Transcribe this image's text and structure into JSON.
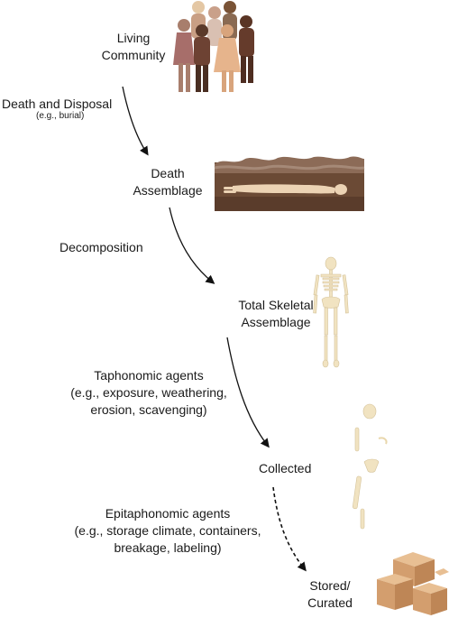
{
  "stages": {
    "living_community": [
      "Living",
      "Community"
    ],
    "death_assemblage": [
      "Death",
      "Assemblage"
    ],
    "total_skeletal_assemblage": [
      "Total Skeletal",
      "Assemblage"
    ],
    "collected": "Collected",
    "stored_curated": [
      "Stored/",
      "Curated"
    ]
  },
  "processes": {
    "death_disposal": {
      "label": "Death and Disposal",
      "note": "(e.g., burial)"
    },
    "decomposition": {
      "label": "Decomposition"
    },
    "taphonomic": {
      "lines": [
        "Taphonomic agents",
        "(e.g., exposure, weathering,",
        "erosion, scavenging)"
      ]
    },
    "epitaphonomic": {
      "lines": [
        "Epitaphonomic agents",
        "(e.g., storage climate, containers,",
        "breakage, labeling)"
      ]
    }
  },
  "arrows": [
    {
      "from": "living_community",
      "to": "death_assemblage",
      "style": "solid"
    },
    {
      "from": "death_assemblage",
      "to": "total_skeletal_assemblage",
      "style": "solid"
    },
    {
      "from": "total_skeletal_assemblage",
      "to": "collected",
      "style": "solid"
    },
    {
      "from": "collected",
      "to": "stored_curated",
      "style": "dashed"
    }
  ],
  "icons": [
    "people-group-icon",
    "burial-soil-icon",
    "skeleton-icon",
    "scattered-bones-icon",
    "boxes-icon"
  ],
  "colors": {
    "text": "#1a1a1a",
    "arrow": "#111111",
    "bone": "#f1e3c1",
    "soil": "#6b4a35",
    "box": "#d8a678"
  }
}
